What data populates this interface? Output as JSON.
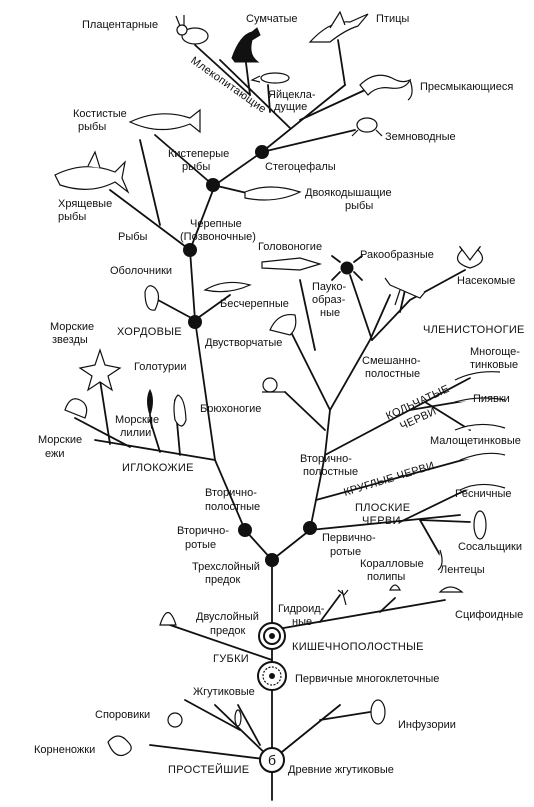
{
  "labels": {
    "placental": "Плацентарные",
    "marsupial": "Сумчатые",
    "birds": "Птицы",
    "mammals": "Млекопитающие",
    "oviparous_1": "Яйцекла-",
    "oviparous_2": "дущие",
    "reptiles": "Пресмыкающиеся",
    "bony_fish_1": "Костистые",
    "bony_fish_2": "рыбы",
    "amphibians": "Земноводные",
    "lobe_fin_1": "Кистеперые",
    "lobe_fin_2": "рыбы",
    "stegocephali": "Стегоцефалы",
    "lungfish_1": "Двоякодышащие",
    "lungfish_2": "рыбы",
    "cartilage_1": "Хрящевые",
    "cartilage_2": "рыбы",
    "fish": "Рыбы",
    "craniates_1": "Черепные",
    "craniates_2": "(Позвоночные)",
    "tunicates": "Оболочники",
    "cephalopods": "Головоногие",
    "crustaceans": "Ракообразные",
    "insects": "Насекомые",
    "arachnids_1": "Пауко-",
    "arachnids_2": "образ-",
    "arachnids_3": "ные",
    "acrania": "Бесчерепные",
    "chordata": "ХОРДОВЫЕ",
    "bivalves": "Двустворчатые",
    "arthropoda": "ЧЛЕНИСТОНОГИЕ",
    "mixocoel_1": "Смешанно-",
    "mixocoel_2": "полостные",
    "sea_stars_1": "Морские",
    "sea_stars_2": "звезды",
    "sea_cucumbers": "Голотурии",
    "polychaetes_1": "Многоще-",
    "polychaetes_2": "тинковые",
    "gastropods": "Брюхоногие",
    "annelida_1": "КОЛЬЧАТЫЕ",
    "annelida_2": "ЧЕРВИ",
    "leeches": "Пиявки",
    "sea_urchins_1": "Морские",
    "sea_urchins_2": "ежи",
    "sea_lilies_1": "Морские",
    "sea_lilies_2": "лилии",
    "oligochaetes": "Малощетинковые",
    "echinodermata": "ИГЛОКОЖИЕ",
    "deutero_cavity_1": "Вторично-",
    "deutero_cavity_2": "полостные",
    "nematoda": "КРУГЛЫЕ ЧЕРВИ",
    "turbellaria": "Ресничные",
    "deutero_cavity_b1": "Вторично-",
    "deutero_cavity_b2": "полостные",
    "platyhelm_1": "ПЛОСКИЕ",
    "platyhelm_2": "ЧЕРВИ",
    "deuterostomes_1": "Вторично-",
    "deuterostomes_2": "ротые",
    "flukes": "Сосальщики",
    "protostomes_1": "Первично-",
    "protostomes_2": "ротые",
    "tapeworms": "Лентецы",
    "coral_1": "Коралловые",
    "coral_2": "полипы",
    "triploblast_1": "Трехслойный",
    "triploblast_2": "предок",
    "hydroids_1": "Гидроид-",
    "hydroids_2": "ные",
    "scyphozoa": "Сцифоидные",
    "diploblast_1": "Двуслойный",
    "diploblast_2": "предок",
    "coelenterata": "КИШЕЧНОПОЛОСТНЫЕ",
    "sponges": "ГУБКИ",
    "primary_multicell": "Первичные многоклеточные",
    "flagellates": "Жгутиковые",
    "sporozoa": "Споровики",
    "ciliates": "Инфузории",
    "rhizopods": "Корненожки",
    "protozoa": "ПРОСТЕЙШИЕ",
    "ancient_flagellates": "Древние жгутиковые",
    "node_b": "б"
  }
}
